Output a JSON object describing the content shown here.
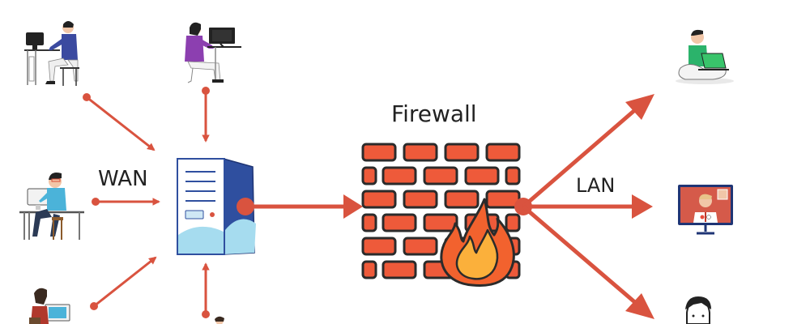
{
  "labels": {
    "wan": "WAN",
    "lan": "LAN",
    "firewall": "Firewall"
  },
  "colors": {
    "arrow": "#d9533f",
    "brick": "#ee5a3a",
    "brick_outline": "#2b2b2b",
    "flame_outer": "#f2622e",
    "flame_inner": "#fbb03b",
    "server_blue": "#2f4f9f",
    "server_light": "#a6dcef"
  },
  "icons": {
    "wan_users": [
      "person-at-desk-icon",
      "woman-laptop-icon",
      "man-at-desk-icon",
      "woman-at-desk-icon",
      "person-partial-icon"
    ],
    "server": "server-tower-icon",
    "firewall": "brick-wall-fire-icon",
    "lan_users": [
      "person-laptop-icon",
      "video-call-monitor-icon",
      "man-face-icon"
    ]
  }
}
